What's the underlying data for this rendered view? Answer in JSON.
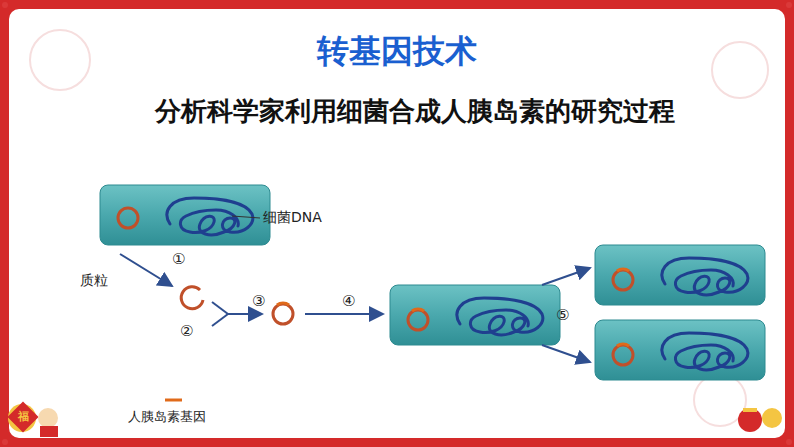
{
  "diagram": {
    "title": "转基因技术",
    "labels": [
      "分析科学家利用细菌合成人胰岛素的研究过程",
      "细菌DNA",
      "质粒",
      "①",
      "②",
      "③",
      "④",
      "⑤",
      "人胰岛素基因",
      "福"
    ]
  }
}
